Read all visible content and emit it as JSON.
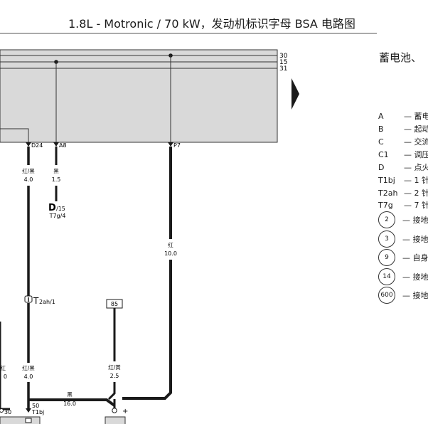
{
  "title": "1.8L - Motronic / 70 kW，发动机标识字母 BSA 电路图",
  "right_title": "蓄电池、",
  "bus_lines": [
    "30",
    "15",
    "31"
  ],
  "pins": {
    "d24": "D24",
    "a8": "A8",
    "p7": "P7"
  },
  "wires": {
    "d24": {
      "color": "红/黑",
      "size": "4.0"
    },
    "a8": {
      "color": "黑",
      "size": "1.5"
    },
    "p7": {
      "color": "红",
      "size": "10.0"
    },
    "relay85": {
      "color": "红/黄",
      "size": "2.5"
    },
    "lower_d24": {
      "color": "红/黑",
      "size": "4.0"
    },
    "left_cut": {
      "color": "红",
      "size": "0"
    },
    "ground": {
      "color": "黑",
      "size": "16.0"
    }
  },
  "connectors": {
    "d15": "D",
    "d15_sub": "/15",
    "d15_ref": "T7g/4",
    "t2ah": "T",
    "t2ah_sub": "2ah/1",
    "box85": "85",
    "t1bj_num": "50",
    "t1bj": "T1bj",
    "left30": "30",
    "plus": "+"
  },
  "legend": [
    {
      "code": "A",
      "desc": "— 蓄电"
    },
    {
      "code": "B",
      "desc": "— 起动"
    },
    {
      "code": "C",
      "desc": "— 交流"
    },
    {
      "code": "C1",
      "desc": "— 调压"
    },
    {
      "code": "D",
      "desc": "— 点火"
    },
    {
      "code": "T1bj",
      "desc": "— 1 针"
    },
    {
      "code": "T2ah",
      "desc": "— 2 针"
    },
    {
      "code": "T7g",
      "desc": "— 7 针"
    }
  ],
  "legend_circles": [
    {
      "num": "2",
      "desc": "— 接地"
    },
    {
      "num": "3",
      "desc": "— 接地"
    },
    {
      "num": "9",
      "desc": "— 自身"
    },
    {
      "num": "14",
      "desc": "— 接地"
    },
    {
      "num": "600",
      "desc": "— 接地"
    }
  ],
  "colors": {
    "panel": "#d9d9d9",
    "line": "#1a1a1a"
  }
}
